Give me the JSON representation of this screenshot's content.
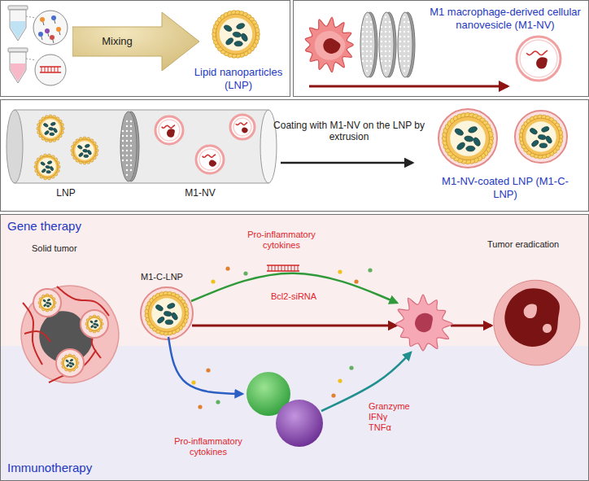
{
  "diagram": {
    "nodes": [
      {
        "text": [
          "Lipid nanoparticles (LNP)"
        ]
      },
      {
        "text": [
          "Mixing"
        ],
        "in": 0
      },
      {
        "text": [
          "M1 macrophage-derived cellular nanovesicle (M1-NV)"
        ]
      },
      {
        "text": [
          "LNP",
          "M1-NV",
          "Coating with M1-NV on the LNP by extrusion",
          "M1-NV-coated LNP (M1-C-LNP)"
        ]
      },
      {
        "text": [
          "Gene therapy",
          "Solid tumor",
          "M1-C-LNP",
          "Pro-inflammatory cytokines",
          "Bcl2-siRNA",
          "Tumor eradication",
          "Pro-inflammatory cytokines",
          "Granzyme IFNγ TNFα",
          "Immunotherapy"
        ]
      }
    ]
  }
}
